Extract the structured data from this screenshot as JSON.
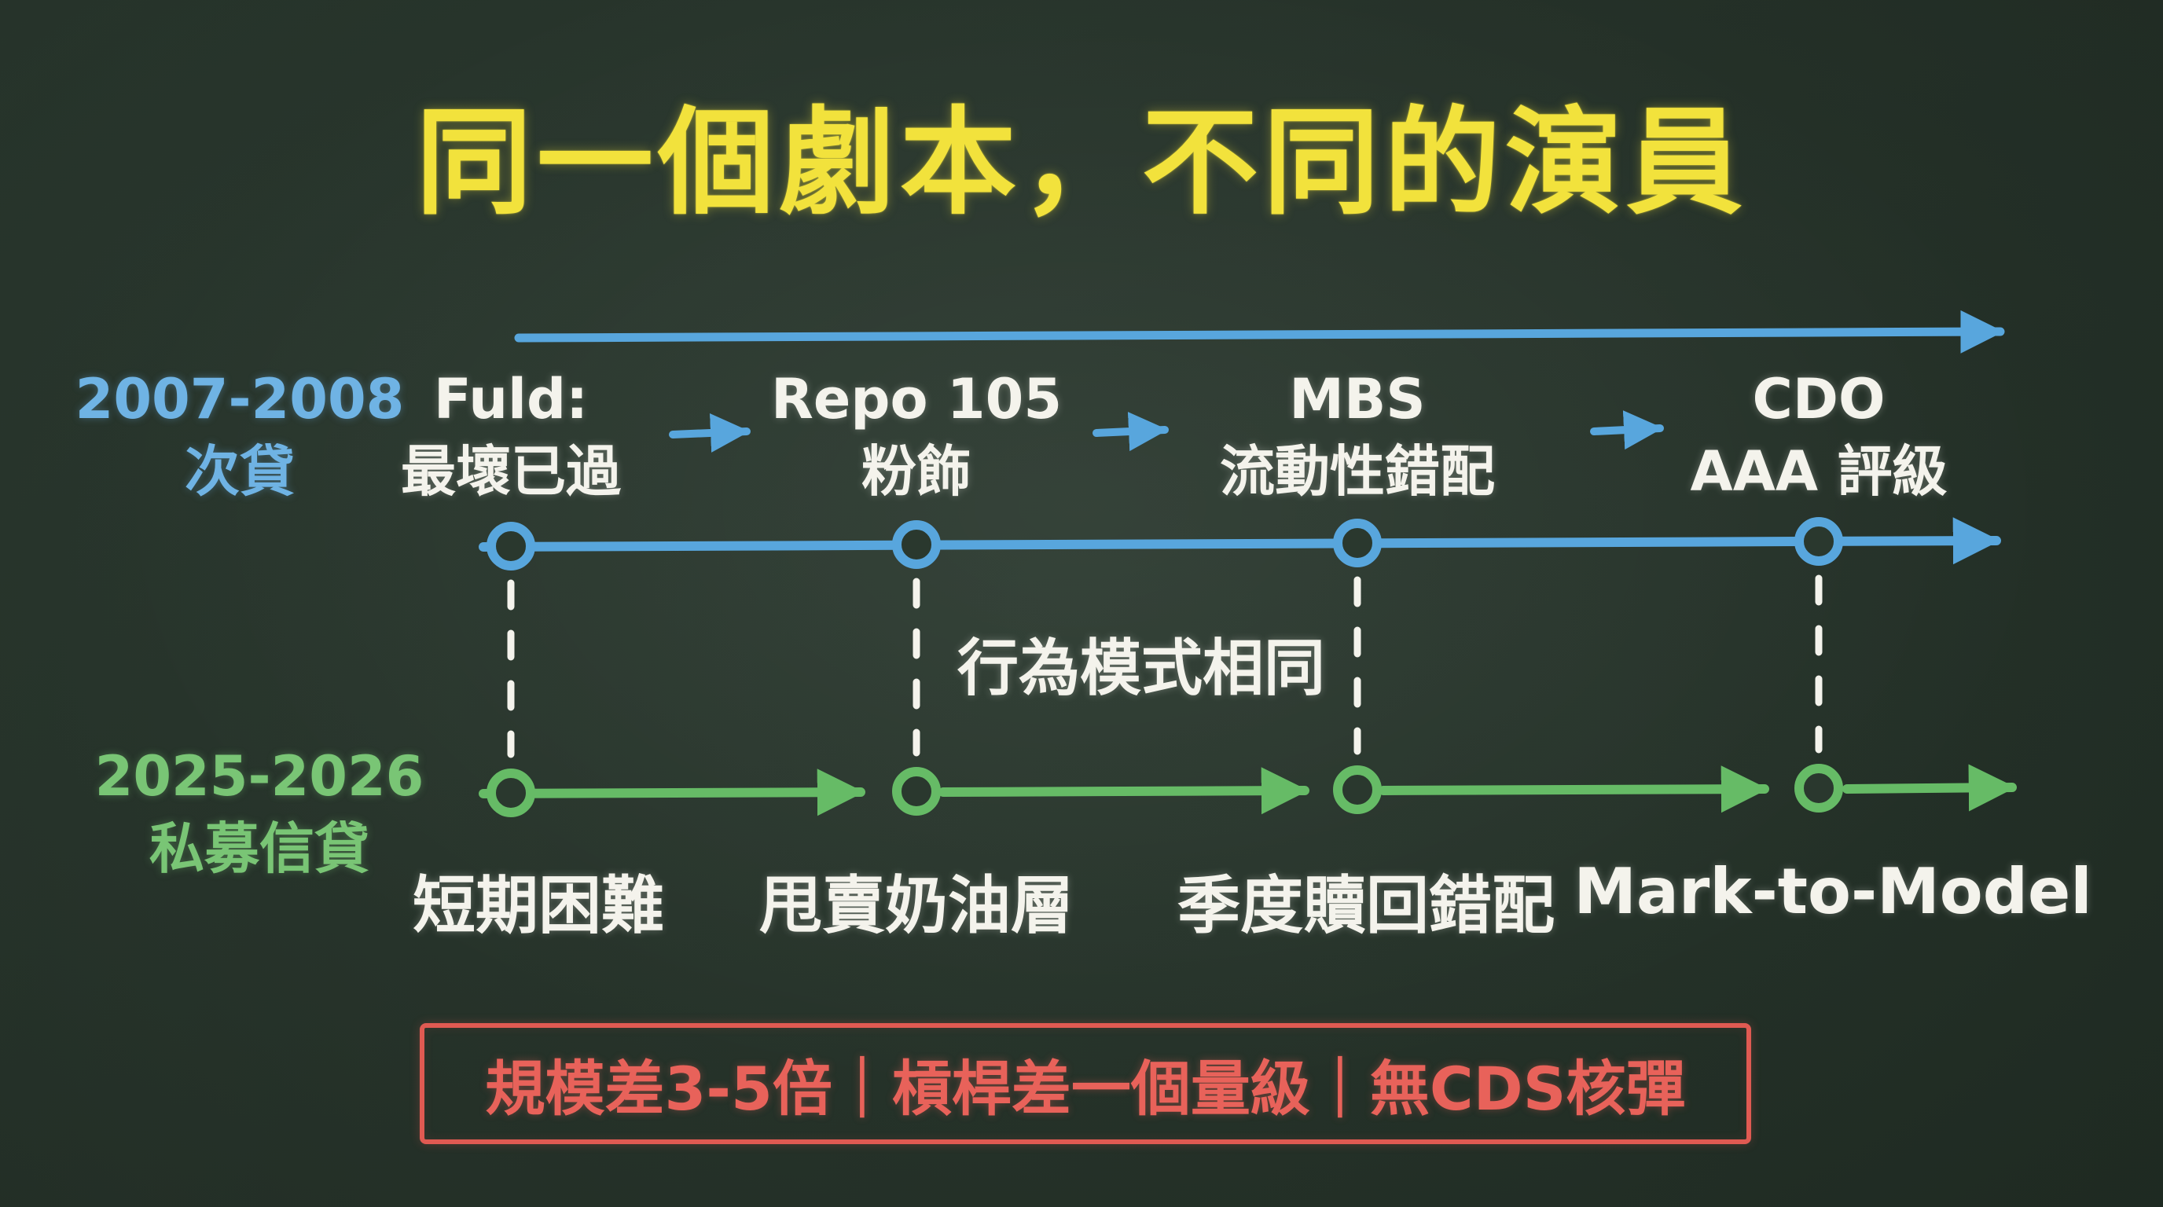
{
  "title": "同一個劇本，不同的演員",
  "colors": {
    "background": "#2a382e",
    "title": "#f2e23c",
    "blue": "#58a6dd",
    "green": "#66bb66",
    "white": "#f4f3ec",
    "red": "#e05a52"
  },
  "timeline_top": {
    "era": "2007-2008",
    "era_label": "次貸",
    "items": [
      {
        "line1": "Fuld:",
        "line2": "最壞已過"
      },
      {
        "line1": "Repo 105",
        "line2": "粉飾"
      },
      {
        "line1": "MBS",
        "line2": "流動性錯配"
      },
      {
        "line1": "CDO",
        "line2": "AAA 評級"
      }
    ]
  },
  "middle_label": "行為模式相同",
  "timeline_bottom": {
    "era": "2025-2026",
    "era_label": "私募信貸",
    "items": [
      "短期困難",
      "甩賣奶油層",
      "季度贖回錯配",
      "Mark-to-Model"
    ]
  },
  "footer": "規模差3-5倍｜槓桿差一個量級｜無CDS核彈"
}
